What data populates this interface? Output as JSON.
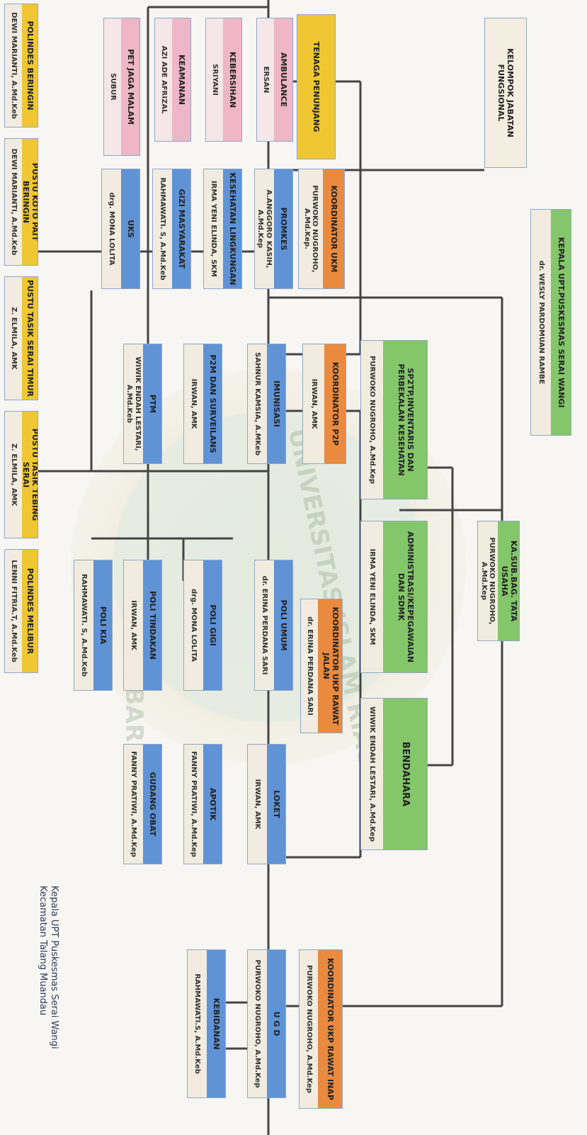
{
  "colors": {
    "blue": "#5f93d6",
    "orange": "#e98a3f",
    "green": "#84c66a",
    "yellow": "#f0c733",
    "pink": "#eeb6c6",
    "light": "#f1ecdf",
    "line": "#444444"
  },
  "kelompok": "KELOMPOK JABATAN FUNGSIONAL",
  "kepala": {
    "title": "KEPALA UPT.PUSKESMAS SERAI WANGI",
    "name": "dr. WESLY PARDOMUAN RAMBE"
  },
  "tata_usaha": {
    "title": "KA.SUB.BAG. TATA USAHA",
    "name": "PURWOKO NUGROHO, A.Md.Kep"
  },
  "sp2tp": {
    "title": "SP2TP,INVENTARIS DAN PERBEKALAN KESEHATAN",
    "name": "PURWOKO NUGROHO, A.Md.Kep"
  },
  "admin": {
    "title": "ADMINISTRASI/KEPEGAWAIAN DAN SDMK",
    "name": "IRMA YENI ELINDA, SKM"
  },
  "bendahara": {
    "title": "BENDAHARA",
    "name": "WIWIK ENDAH LESTARI, A.Md.Kep"
  },
  "tenaga": "TENAGA PENUNJANG",
  "ambulance": {
    "title": "AMBULANCE",
    "name": "ERSAN"
  },
  "kebersihan": {
    "title": "KEBERSIHAN",
    "name": "SRIYANI"
  },
  "keamanan": {
    "title": "KEAMANAN",
    "name": "AZI ADE AFRIZAL"
  },
  "petjaga": {
    "title": "PET JAGA MALAM",
    "name": "SUBUR"
  },
  "ukm": {
    "title": "KOORDINATOR UKM",
    "name": "PURWOKO NUGROHO, A.Md.Kep."
  },
  "promkes": {
    "title": "PROMKES",
    "name": "A.ANGGORO KASIH, A.Md.Kep"
  },
  "kesling": {
    "title": "KESEHATAN LINGKUNGAN",
    "name": "IRMA YENI ELINDA, SKM"
  },
  "gizi": {
    "title": "GIZI MASYARAKAT",
    "name": "RAHMAWATI. S, A.Md.Keb"
  },
  "uks": {
    "title": "UKS",
    "name": "drg. MONA LOLITA"
  },
  "p2p": {
    "title": "KOORDINATOR P2P",
    "name": "IRWAN, AMK"
  },
  "imunisasi": {
    "title": "IMUNISASI",
    "name": "SAHNUR KAMSIA, A.MKeb"
  },
  "p2m": {
    "title": "P2M DAN SURVEILANS",
    "name": "IRWAN, AMK"
  },
  "ptm": {
    "title": "PTM",
    "name": "WIWIK ENDAH LESTARI, A.Md.Keb"
  },
  "ukp_jalan": {
    "title": "KOORDINATOR UKP RAWAT JALAN",
    "name": "dr. ERINA PERDANA SARI"
  },
  "poli_umum": {
    "title": "POLI UMUM",
    "name": "dr. ERINA PERDANA SARI"
  },
  "poli_gigi": {
    "title": "POLI GIGI",
    "name": "drg. MONA LOLITA"
  },
  "poli_tindakan": {
    "title": "POLI TINDAKAN",
    "name": "IRWAN, AMK"
  },
  "poli_kia": {
    "title": "POLI KIA",
    "name": "RAHMAWATI. S, A.Md.Keb"
  },
  "loket": {
    "title": "LOKET",
    "name": "IRWAN, AMK"
  },
  "apotik": {
    "title": "APOTIK",
    "name": "FANNY PRATIWI, A.Md.Kep"
  },
  "gudang": {
    "title": "GUDANG OBAT",
    "name": "FANNY PRATIWI, A.Md.Kep"
  },
  "ukp_inap": {
    "title": "KOORDINATOR UKP RAWAT INAP",
    "name": "PURWOKO NUGROHO, A.Md.Kep"
  },
  "ugd": {
    "title": "U G D",
    "name": "PURWOKO NUGROHO, A.Md.Kep"
  },
  "kebidanan": {
    "title": "KEBIDANAN",
    "name": "RAHMAWATI.S, A.Md.Keb"
  },
  "polindes_beringin": {
    "title": "POLINDES BERINGIN",
    "name": "DEWI MARIANTI, A.Md.Keb"
  },
  "pustu_koto": {
    "title": "PUSTU KOTO PAIT BERINGIN",
    "name": "DEWI MARIANTI, A.Md.Keb"
  },
  "pustu_timur": {
    "title": "PUSTU TASIK SERAI TIMUR",
    "name": "Z. ELMILA, AMK"
  },
  "pustu_tebing": {
    "title": "PUSTU TASIK TEBING SERAI",
    "name": "Z. ELMILA, AMK"
  },
  "polindes_melibur": {
    "title": "POLINDES MELIBUR",
    "name": "LENNI FITRIA.T, A.Md.Keb"
  },
  "watermark": {
    "line1": "UNIVERSITAS ISLAM RIAU",
    "line2": "PEKANBARU"
  },
  "signature": {
    "line1": "Kepala UPT Puskesmas Serai Wangi",
    "line2": "Kecamatan Talang Muandau"
  }
}
